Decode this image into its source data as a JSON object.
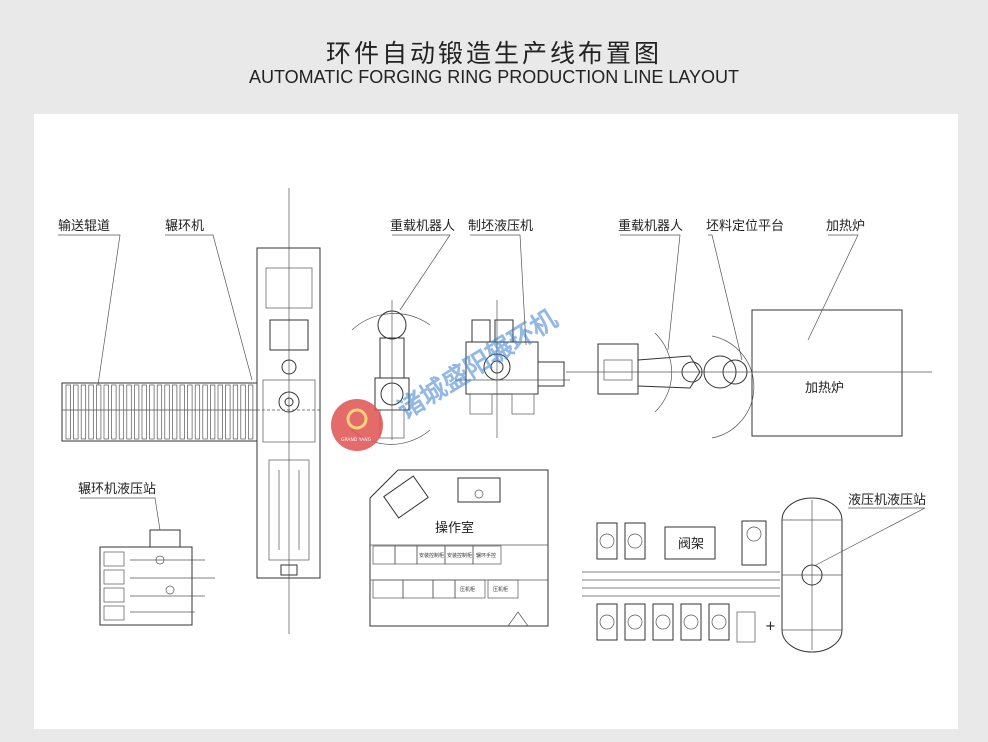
{
  "header": {
    "title_cn": "环件自动锻造生产线布置图",
    "title_en": "AUTOMATIC FORGING RING PRODUCTION LINE LAYOUT"
  },
  "labels": {
    "roller_conveyor": "输送辊道",
    "ring_rolling_machine": "辗环机",
    "heavy_robot_1": "重载机器人",
    "billet_press": "制坯液压机",
    "heavy_robot_2": "重载机器人",
    "billet_positioning": "坯料定位平台",
    "furnace_top": "加热炉",
    "furnace_box": "加热炉",
    "ring_hydraulic_station": "辗环机液压站",
    "control_room": "操作室",
    "valve_rack": "阀架",
    "press_hydraulic_station": "液压机液压站"
  },
  "control_room": {
    "cabinets_row1": [
      "安装控制柜",
      "安装控制柜",
      "辗环手控"
    ],
    "cabinets_row2": [
      "压机柜",
      "压机柜"
    ]
  },
  "watermark": {
    "text": "诸城盛阳辗环机",
    "logo_text": "GRAND YANG"
  },
  "colors": {
    "page_bg": "#e9e9e9",
    "panel_bg": "#ffffff",
    "line": "#333333",
    "watermark_blue": "#3a7fd0",
    "logo_red": "#e05050"
  }
}
